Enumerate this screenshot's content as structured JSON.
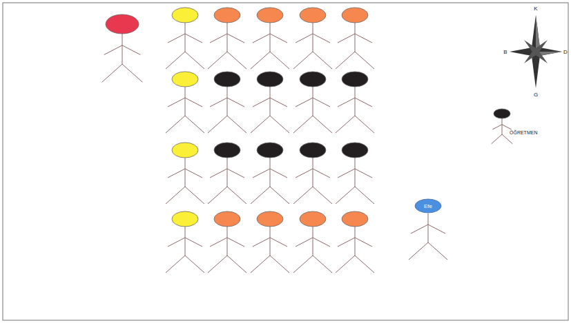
{
  "diagram": {
    "nodes": [
      {
        "text": [
          "Efe"
        ]
      }
    ],
    "labels": [
      "ÖĞRETMEN",
      "K",
      "B",
      "D",
      "G"
    ]
  }
}
